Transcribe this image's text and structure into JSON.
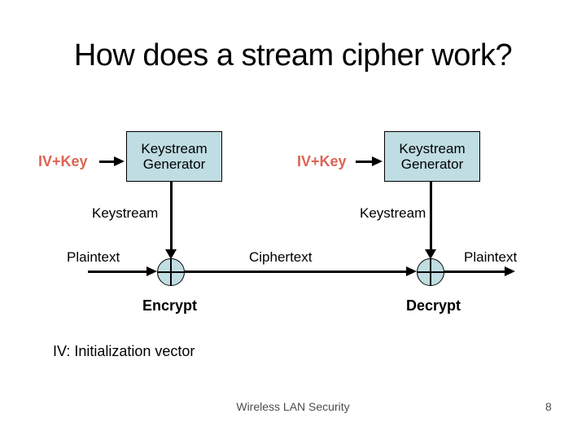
{
  "title": "How does a stream cipher work?",
  "colors": {
    "accent_red": "#dc6454",
    "box_fill": "#bfdde2",
    "line_black": "#000000",
    "footer_text": "#4d4d4d"
  },
  "encrypt": {
    "iv_label": "IV+Key",
    "generator_line1": "Keystream",
    "generator_line2": "Generator",
    "keystream_label": "Keystream",
    "plaintext_label": "Plaintext",
    "op_label": "Encrypt"
  },
  "decrypt": {
    "iv_label": "IV+Key",
    "generator_line1": "Keystream",
    "generator_line2": "Generator",
    "keystream_label": "Keystream",
    "plaintext_label": "Plaintext",
    "op_label": "Decrypt"
  },
  "ciphertext_label": "Ciphertext",
  "note": "IV: Initialization vector",
  "footer": {
    "text": "Wireless LAN Security",
    "page_number": "8"
  }
}
